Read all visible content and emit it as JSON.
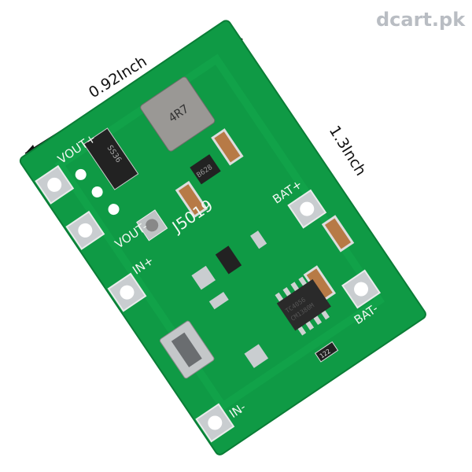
{
  "watermark": "dcart.pk",
  "dimensions": {
    "width_label": "0.92Inch",
    "height_label": "1.3Inch"
  },
  "board": {
    "labels": {
      "vout_plus": "VOUT+",
      "vout_minus": "VOUT-",
      "in_plus": "IN+",
      "in_minus": "IN-",
      "bat_plus": "BAT+",
      "bat_minus": "BAT-",
      "model": "J5019"
    },
    "components": {
      "inductor": "4R7",
      "diode": "SS36",
      "mosfet": "B628",
      "resistor": "122",
      "ic_line1": "TC4056",
      "ic_line2": "CM1380M"
    }
  },
  "colors": {
    "pcb": "#0f9a45",
    "pcb_dark": "#0b7f37",
    "silk": "#f2f7f2",
    "pad": "#c9cdd0"
  }
}
